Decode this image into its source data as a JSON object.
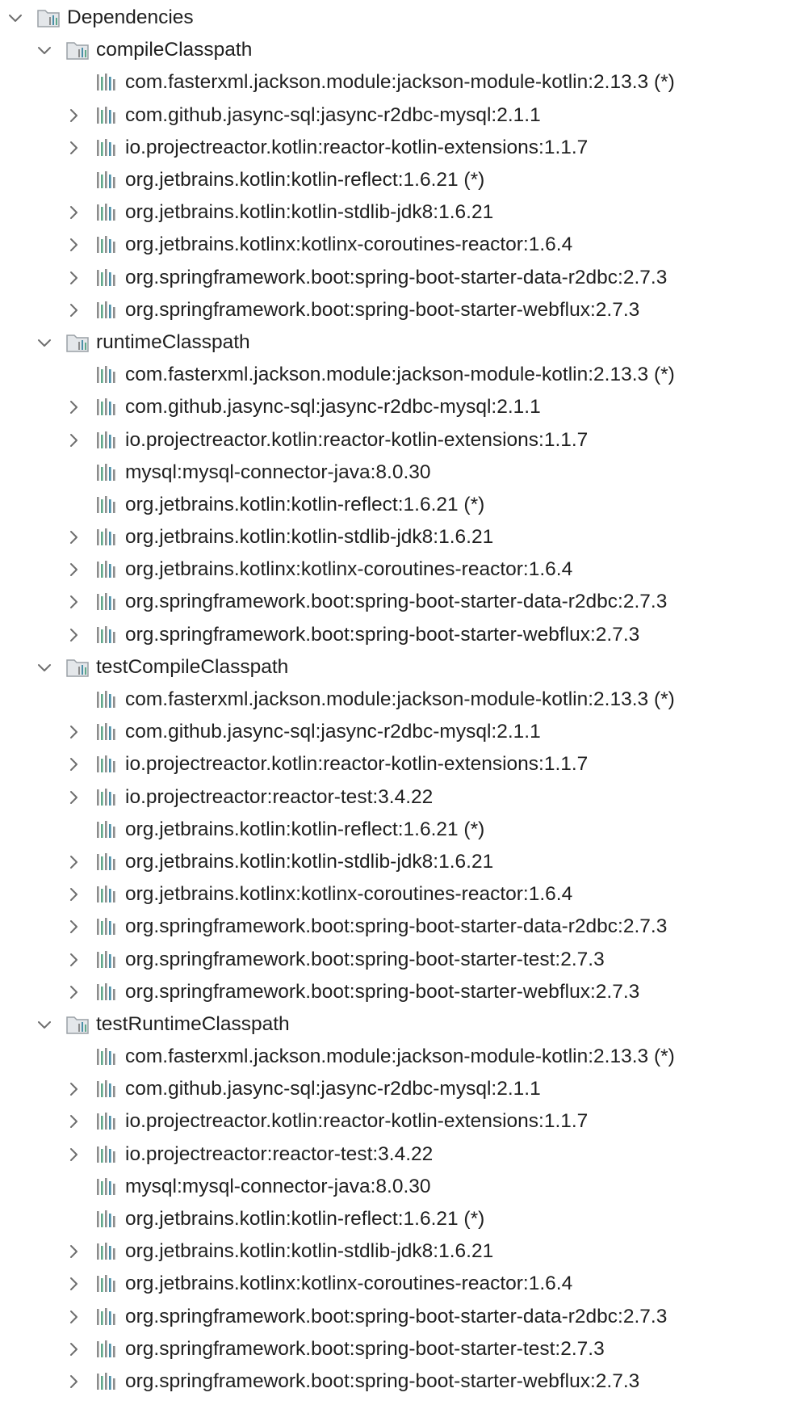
{
  "colors": {
    "text": "#1f1f1f",
    "chevron": "#6e6e6e",
    "folder": "#9aa0a6",
    "lib_bar_gray": "#8c8c8c",
    "lib_bar_green": "#5fa88a",
    "lib_bar_teal": "#4a8fa8"
  },
  "icons": {
    "expanded": "chevron-down-icon",
    "collapsed": "chevron-right-icon",
    "configuration": "configuration-folder-icon",
    "library": "library-icon"
  },
  "tree": {
    "label": "Dependencies",
    "configurations": [
      {
        "label": "compileClasspath",
        "items": [
          {
            "label": "com.fasterxml.jackson.module:jackson-module-kotlin:2.13.3 (*)",
            "expandable": false
          },
          {
            "label": "com.github.jasync-sql:jasync-r2dbc-mysql:2.1.1",
            "expandable": true
          },
          {
            "label": "io.projectreactor.kotlin:reactor-kotlin-extensions:1.1.7",
            "expandable": true
          },
          {
            "label": "org.jetbrains.kotlin:kotlin-reflect:1.6.21 (*)",
            "expandable": false
          },
          {
            "label": "org.jetbrains.kotlin:kotlin-stdlib-jdk8:1.6.21",
            "expandable": true
          },
          {
            "label": "org.jetbrains.kotlinx:kotlinx-coroutines-reactor:1.6.4",
            "expandable": true
          },
          {
            "label": "org.springframework.boot:spring-boot-starter-data-r2dbc:2.7.3",
            "expandable": true
          },
          {
            "label": "org.springframework.boot:spring-boot-starter-webflux:2.7.3",
            "expandable": true
          }
        ]
      },
      {
        "label": "runtimeClasspath",
        "items": [
          {
            "label": "com.fasterxml.jackson.module:jackson-module-kotlin:2.13.3 (*)",
            "expandable": false
          },
          {
            "label": "com.github.jasync-sql:jasync-r2dbc-mysql:2.1.1",
            "expandable": true
          },
          {
            "label": "io.projectreactor.kotlin:reactor-kotlin-extensions:1.1.7",
            "expandable": true
          },
          {
            "label": "mysql:mysql-connector-java:8.0.30",
            "expandable": false
          },
          {
            "label": "org.jetbrains.kotlin:kotlin-reflect:1.6.21 (*)",
            "expandable": false
          },
          {
            "label": "org.jetbrains.kotlin:kotlin-stdlib-jdk8:1.6.21",
            "expandable": true
          },
          {
            "label": "org.jetbrains.kotlinx:kotlinx-coroutines-reactor:1.6.4",
            "expandable": true
          },
          {
            "label": "org.springframework.boot:spring-boot-starter-data-r2dbc:2.7.3",
            "expandable": true
          },
          {
            "label": "org.springframework.boot:spring-boot-starter-webflux:2.7.3",
            "expandable": true
          }
        ]
      },
      {
        "label": "testCompileClasspath",
        "items": [
          {
            "label": "com.fasterxml.jackson.module:jackson-module-kotlin:2.13.3 (*)",
            "expandable": false
          },
          {
            "label": "com.github.jasync-sql:jasync-r2dbc-mysql:2.1.1",
            "expandable": true
          },
          {
            "label": "io.projectreactor.kotlin:reactor-kotlin-extensions:1.1.7",
            "expandable": true
          },
          {
            "label": "io.projectreactor:reactor-test:3.4.22",
            "expandable": true
          },
          {
            "label": "org.jetbrains.kotlin:kotlin-reflect:1.6.21 (*)",
            "expandable": false
          },
          {
            "label": "org.jetbrains.kotlin:kotlin-stdlib-jdk8:1.6.21",
            "expandable": true
          },
          {
            "label": "org.jetbrains.kotlinx:kotlinx-coroutines-reactor:1.6.4",
            "expandable": true
          },
          {
            "label": "org.springframework.boot:spring-boot-starter-data-r2dbc:2.7.3",
            "expandable": true
          },
          {
            "label": "org.springframework.boot:spring-boot-starter-test:2.7.3",
            "expandable": true
          },
          {
            "label": "org.springframework.boot:spring-boot-starter-webflux:2.7.3",
            "expandable": true
          }
        ]
      },
      {
        "label": "testRuntimeClasspath",
        "items": [
          {
            "label": "com.fasterxml.jackson.module:jackson-module-kotlin:2.13.3 (*)",
            "expandable": false
          },
          {
            "label": "com.github.jasync-sql:jasync-r2dbc-mysql:2.1.1",
            "expandable": true
          },
          {
            "label": "io.projectreactor.kotlin:reactor-kotlin-extensions:1.1.7",
            "expandable": true
          },
          {
            "label": "io.projectreactor:reactor-test:3.4.22",
            "expandable": true
          },
          {
            "label": "mysql:mysql-connector-java:8.0.30",
            "expandable": false
          },
          {
            "label": "org.jetbrains.kotlin:kotlin-reflect:1.6.21 (*)",
            "expandable": false
          },
          {
            "label": "org.jetbrains.kotlin:kotlin-stdlib-jdk8:1.6.21",
            "expandable": true
          },
          {
            "label": "org.jetbrains.kotlinx:kotlinx-coroutines-reactor:1.6.4",
            "expandable": true
          },
          {
            "label": "org.springframework.boot:spring-boot-starter-data-r2dbc:2.7.3",
            "expandable": true
          },
          {
            "label": "org.springframework.boot:spring-boot-starter-test:2.7.3",
            "expandable": true
          },
          {
            "label": "org.springframework.boot:spring-boot-starter-webflux:2.7.3",
            "expandable": true
          }
        ]
      }
    ]
  }
}
